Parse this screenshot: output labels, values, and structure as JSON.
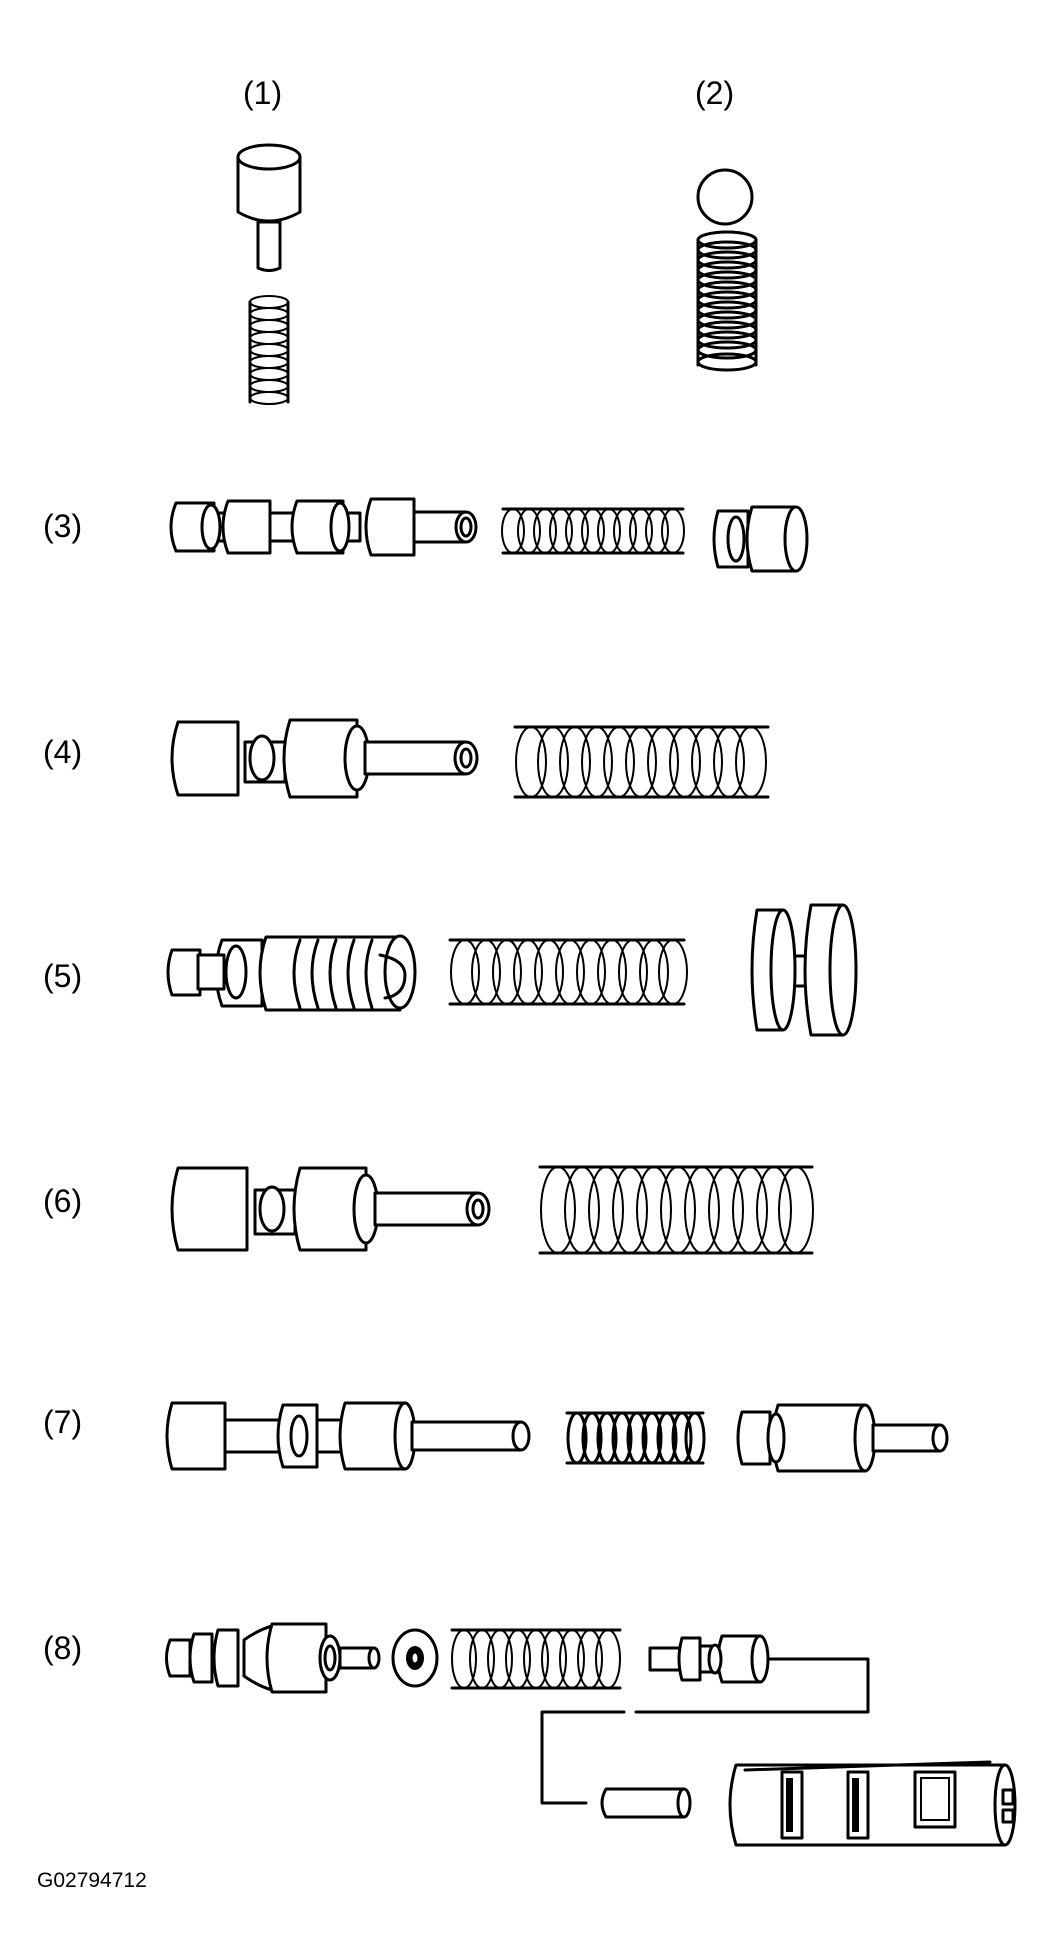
{
  "labels": {
    "l1": "(1)",
    "l2": "(2)",
    "l3": "(3)",
    "l4": "(4)",
    "l5": "(5)",
    "l6": "(6)",
    "l7": "(7)",
    "l8": "(8)"
  },
  "figure_code": "G02794712",
  "colors": {
    "ink": "#000000",
    "background": "#ffffff"
  }
}
